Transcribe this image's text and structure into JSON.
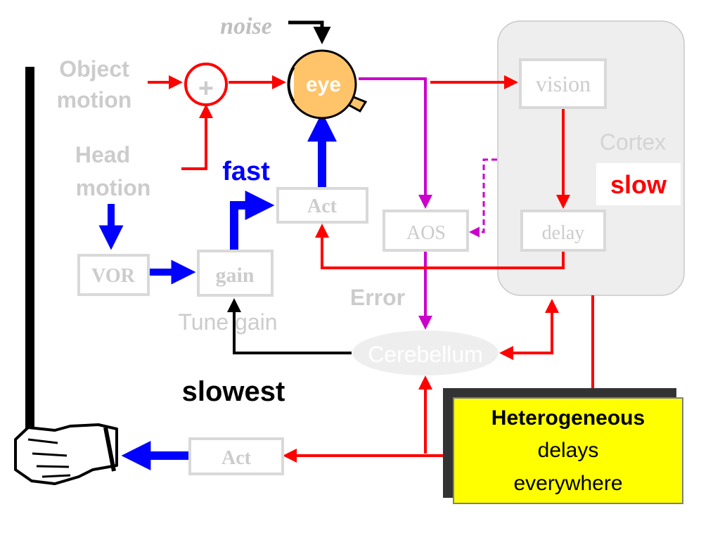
{
  "labels": {
    "noise": "noise",
    "object_motion_1": "Object",
    "object_motion_2": "motion",
    "head_motion_1": "Head",
    "head_motion_2": "motion",
    "plus": "+",
    "eye": "eye",
    "fast": "fast",
    "act_top": "Act",
    "act_bottom": "Act",
    "vor": "VOR",
    "gain": "gain",
    "tune_gain": "Tune gain",
    "aos": "AOS",
    "error": "Error",
    "cerebellum": "Cerebellum",
    "slowest": "slowest",
    "vision": "vision",
    "cortex": "Cortex",
    "slow": "slow",
    "delay": "delay"
  },
  "callout": {
    "line1": "Heterogeneous",
    "line2": "delays",
    "line3": "everywhere"
  },
  "colors": {
    "red": "#ff0000",
    "blue": "#0000ff",
    "magenta": "#cc00cc",
    "box_gray": "#d9d9d9",
    "text_gray": "#cccccc",
    "cortex_fill": "#eeeeee",
    "eye_orange": "#ffc469",
    "callout_yellow": "#ffff00"
  }
}
